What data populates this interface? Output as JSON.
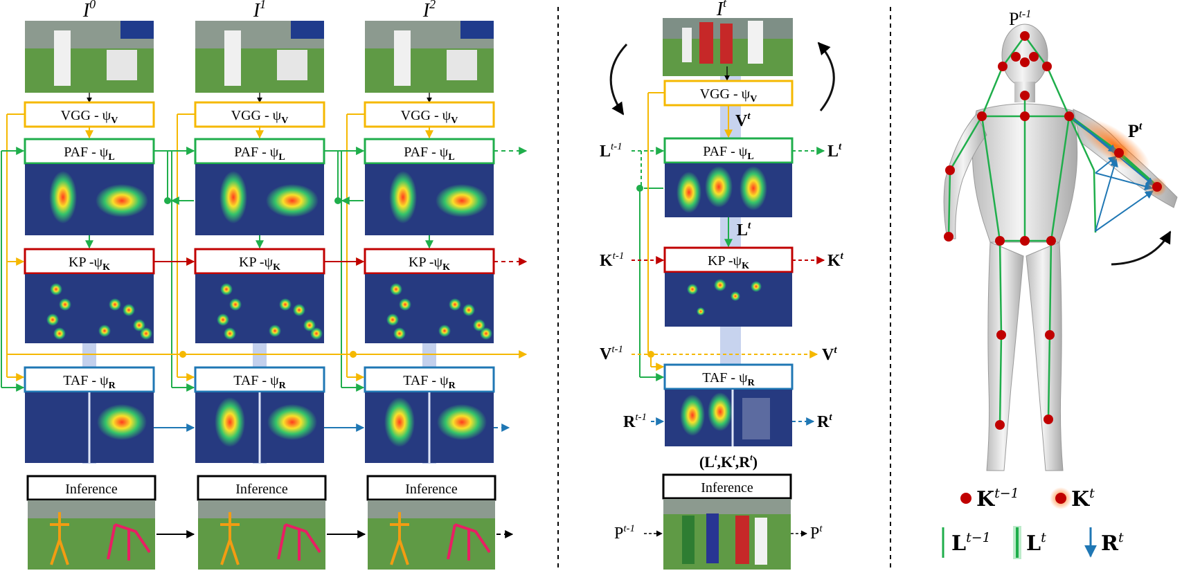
{
  "columns": [
    {
      "frame_label": "I",
      "frame_sup": "0"
    },
    {
      "frame_label": "I",
      "frame_sup": "1"
    },
    {
      "frame_label": "I",
      "frame_sup": "2"
    }
  ],
  "modules": {
    "vgg": "VGG - ψ",
    "vgg_sub": "V",
    "paf": "PAF - ψ",
    "paf_sub": "L",
    "kp": "KP -ψ",
    "kp_sub": "K",
    "taf": "TAF - ψ",
    "taf_sub": "R",
    "inference": "Inference"
  },
  "middle": {
    "frame_label": "I",
    "frame_sup": "t",
    "v_out": "V",
    "v_out_sup": "t",
    "l_prev": "L",
    "l_prev_sup": "t-1",
    "l_out": "L",
    "l_out_sup": "t",
    "l_mid": "L",
    "l_mid_sup": "t",
    "k_prev": "K",
    "k_prev_sup": "t-1",
    "k_out": "K",
    "k_out_sup": "t",
    "v_prev": "V",
    "v_prev_sup": "t-1",
    "v_next": "V",
    "v_next_sup": "t",
    "r_prev": "R",
    "r_prev_sup": "t-1",
    "r_out": "R",
    "r_out_sup": "t",
    "tuple": "(L^t,K^t,R^t)",
    "tuple_parts": [
      "(L",
      "t",
      ",K",
      "t",
      ",R",
      "t",
      ")"
    ],
    "p_prev": "P",
    "p_prev_sup": "t-1",
    "p_out": "P",
    "p_out_sup": "t"
  },
  "right": {
    "p_prev": "P",
    "p_prev_sup": "t-1",
    "p_t": "P",
    "p_t_sup": "t",
    "legend": {
      "k_prev": "K",
      "k_prev_sup": "t−1",
      "k_t": "K",
      "k_t_sup": "t",
      "l_prev": "L",
      "l_prev_sup": "t−1",
      "l_t": "L",
      "l_t_sup": "t",
      "r_t": "R",
      "r_t_sup": "t"
    }
  },
  "colors": {
    "yellow": "#f5b800",
    "green": "#1fae4b",
    "red": "#c00000",
    "blue": "#1f77b4",
    "heat_bg": "#263a80",
    "photo_grass": "#5f9a45",
    "column_shadow": "#b9c8ea"
  }
}
